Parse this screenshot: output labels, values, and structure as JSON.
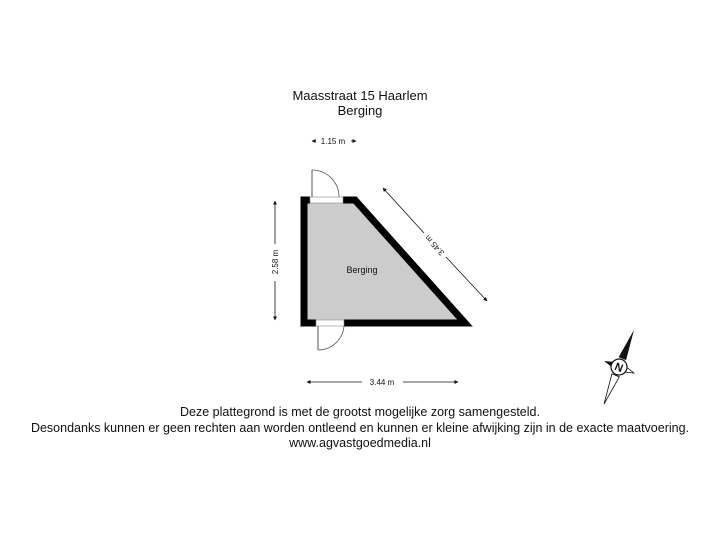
{
  "header": {
    "address": "Maasstraat 15 Haarlem",
    "floor": "Berging"
  },
  "plan": {
    "room_label": "Berging",
    "dimensions": {
      "door_width": "1.15 m",
      "height": "2.58 m",
      "diagonal": "3.45 m",
      "width": "3.44 m"
    },
    "room_fill": "#cccccc",
    "wall_color": "#000000"
  },
  "compass": {
    "label": "N"
  },
  "footer": {
    "line1": "Deze plattegrond is met de grootst mogelijke zorg samengesteld.",
    "line2": "Desondanks kunnen er geen rechten aan worden ontleend en kunnen er kleine afwijking zijn in de exacte maatvoering.",
    "line3": "www.agvastgoedmedia.nl"
  }
}
